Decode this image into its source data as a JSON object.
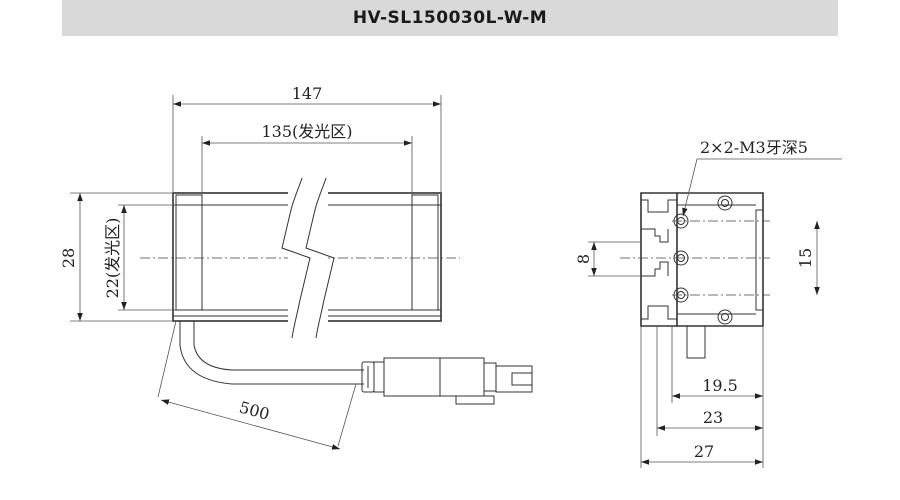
{
  "header": {
    "title": "HV-SL150030L-W-M"
  },
  "front_view": {
    "dim_total_length": "147",
    "dim_emitting_length": "135(发光区)",
    "dim_total_height": "28",
    "dim_emitting_height": "22(发光区)",
    "dim_cable_length": "500"
  },
  "side_view": {
    "dim_mount_holes": "2×2-M3牙深5",
    "dim_left_height": "8",
    "dim_right_height": "15",
    "dim_width_1": "19.5",
    "dim_width_2": "23",
    "dim_width_3": "27"
  }
}
